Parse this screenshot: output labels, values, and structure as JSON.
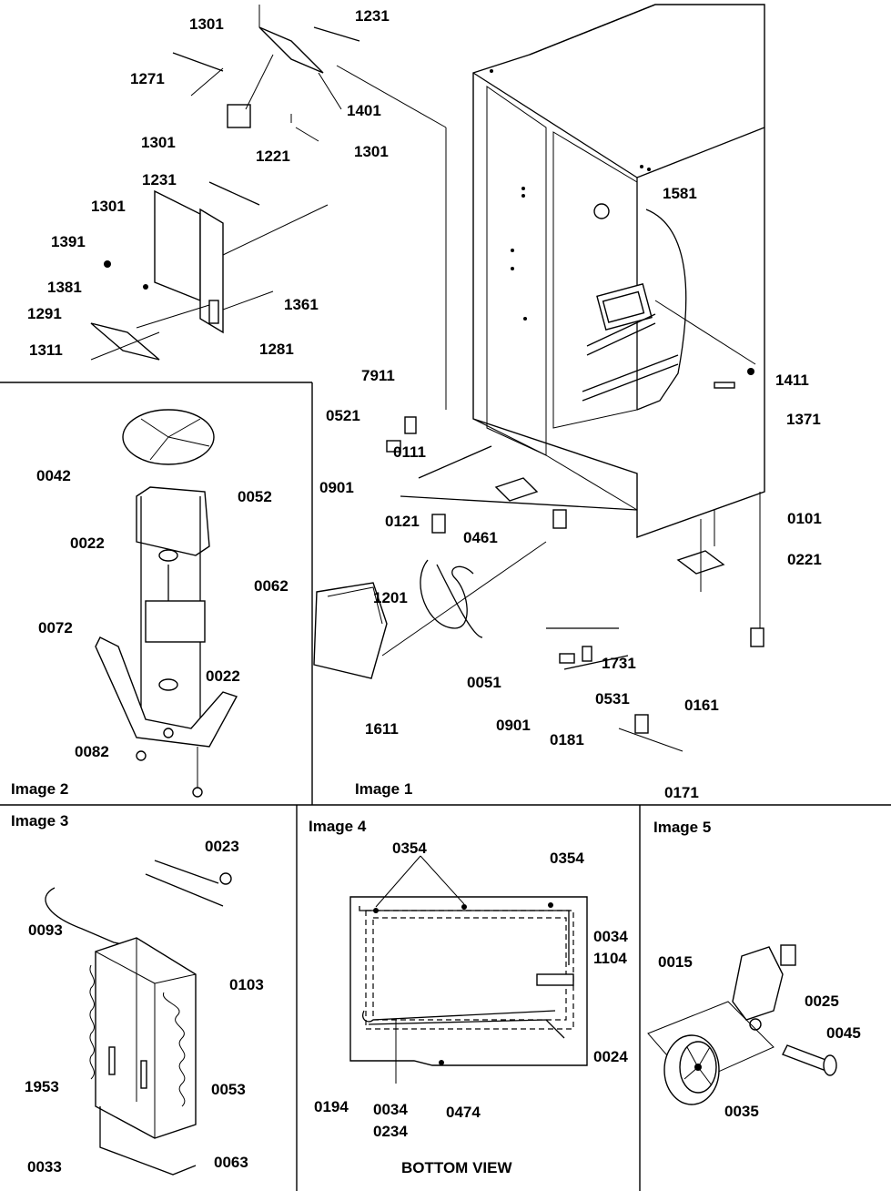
{
  "panels": {
    "image1": {
      "caption": "Image 1",
      "labels": [
        "1301",
        "1231",
        "1271",
        "1401",
        "1301",
        "1221",
        "1301",
        "1231",
        "1301",
        "1391",
        "1381",
        "1361",
        "1291",
        "1311",
        "1281",
        "1581",
        "1411",
        "1371",
        "7911",
        "0521",
        "0111",
        "0901",
        "0121",
        "0461",
        "0101",
        "0221",
        "1201",
        "0051",
        "1731",
        "0531",
        "0161",
        "0901",
        "0181",
        "0171",
        "1611"
      ]
    },
    "image2": {
      "caption": "Image 2",
      "labels": [
        "0042",
        "0052",
        "0022",
        "0062",
        "0072",
        "0022",
        "0082"
      ]
    },
    "image3": {
      "caption": "Image 3",
      "labels": [
        "0023",
        "0093",
        "0103",
        "1953",
        "0053",
        "0033",
        "0063"
      ]
    },
    "image4": {
      "caption": "Image 4",
      "labels": [
        "0354",
        "0354",
        "0034",
        "1104",
        "0024",
        "0194",
        "0034",
        "0234",
        "0474"
      ],
      "footer": "BOTTOM VIEW"
    },
    "image5": {
      "caption": "Image 5",
      "labels": [
        "0015",
        "0025",
        "0045",
        "0035"
      ]
    }
  }
}
